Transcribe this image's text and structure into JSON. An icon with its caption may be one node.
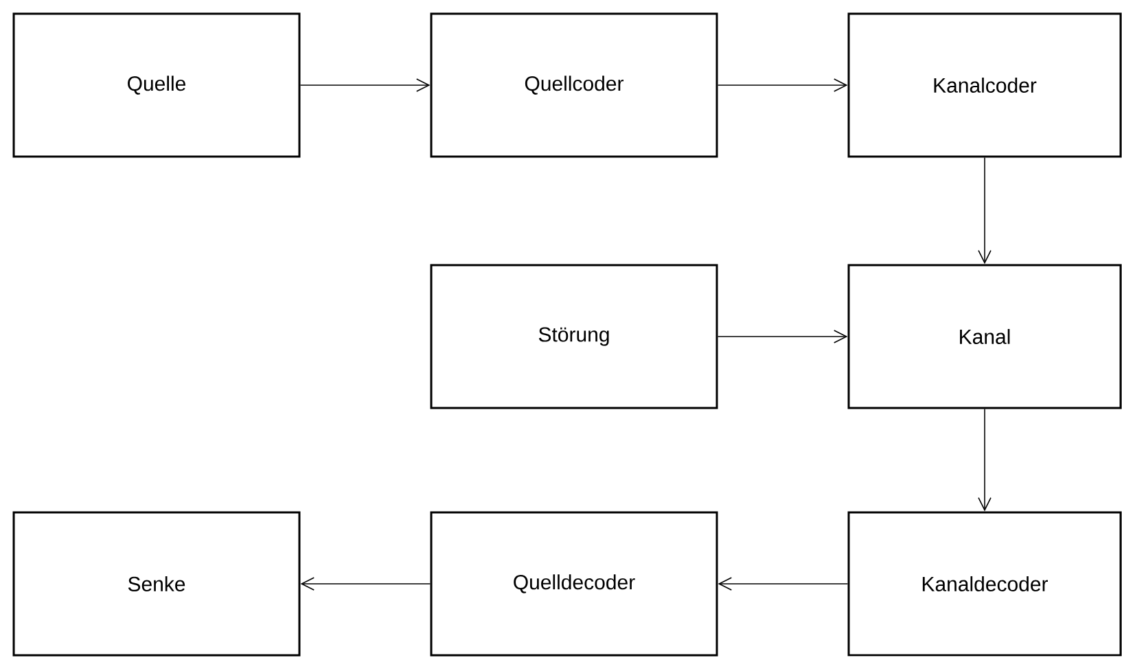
{
  "diagram": {
    "nodes": [
      {
        "text": [
          "Quelle"
        ]
      },
      {
        "text": [
          "Quellcoder"
        ]
      },
      {
        "text": [
          "Kanalcoder"
        ]
      },
      {
        "text": [
          "Störung"
        ]
      },
      {
        "text": [
          "Kanal"
        ]
      },
      {
        "text": [
          "Senke"
        ]
      },
      {
        "text": [
          "Quelldecoder"
        ]
      },
      {
        "text": [
          "Kanaldecoder"
        ]
      }
    ],
    "edges": [
      {
        "from": 0,
        "to": 1,
        "arrow": "to"
      },
      {
        "from": 1,
        "to": 2,
        "arrow": "to"
      },
      {
        "from": 2,
        "to": 4,
        "arrow": "to"
      },
      {
        "from": 3,
        "to": 4,
        "arrow": "to"
      },
      {
        "from": 4,
        "to": 7,
        "arrow": "to"
      },
      {
        "from": 7,
        "to": 6,
        "arrow": "to"
      },
      {
        "from": 6,
        "to": 5,
        "arrow": "to"
      }
    ]
  }
}
